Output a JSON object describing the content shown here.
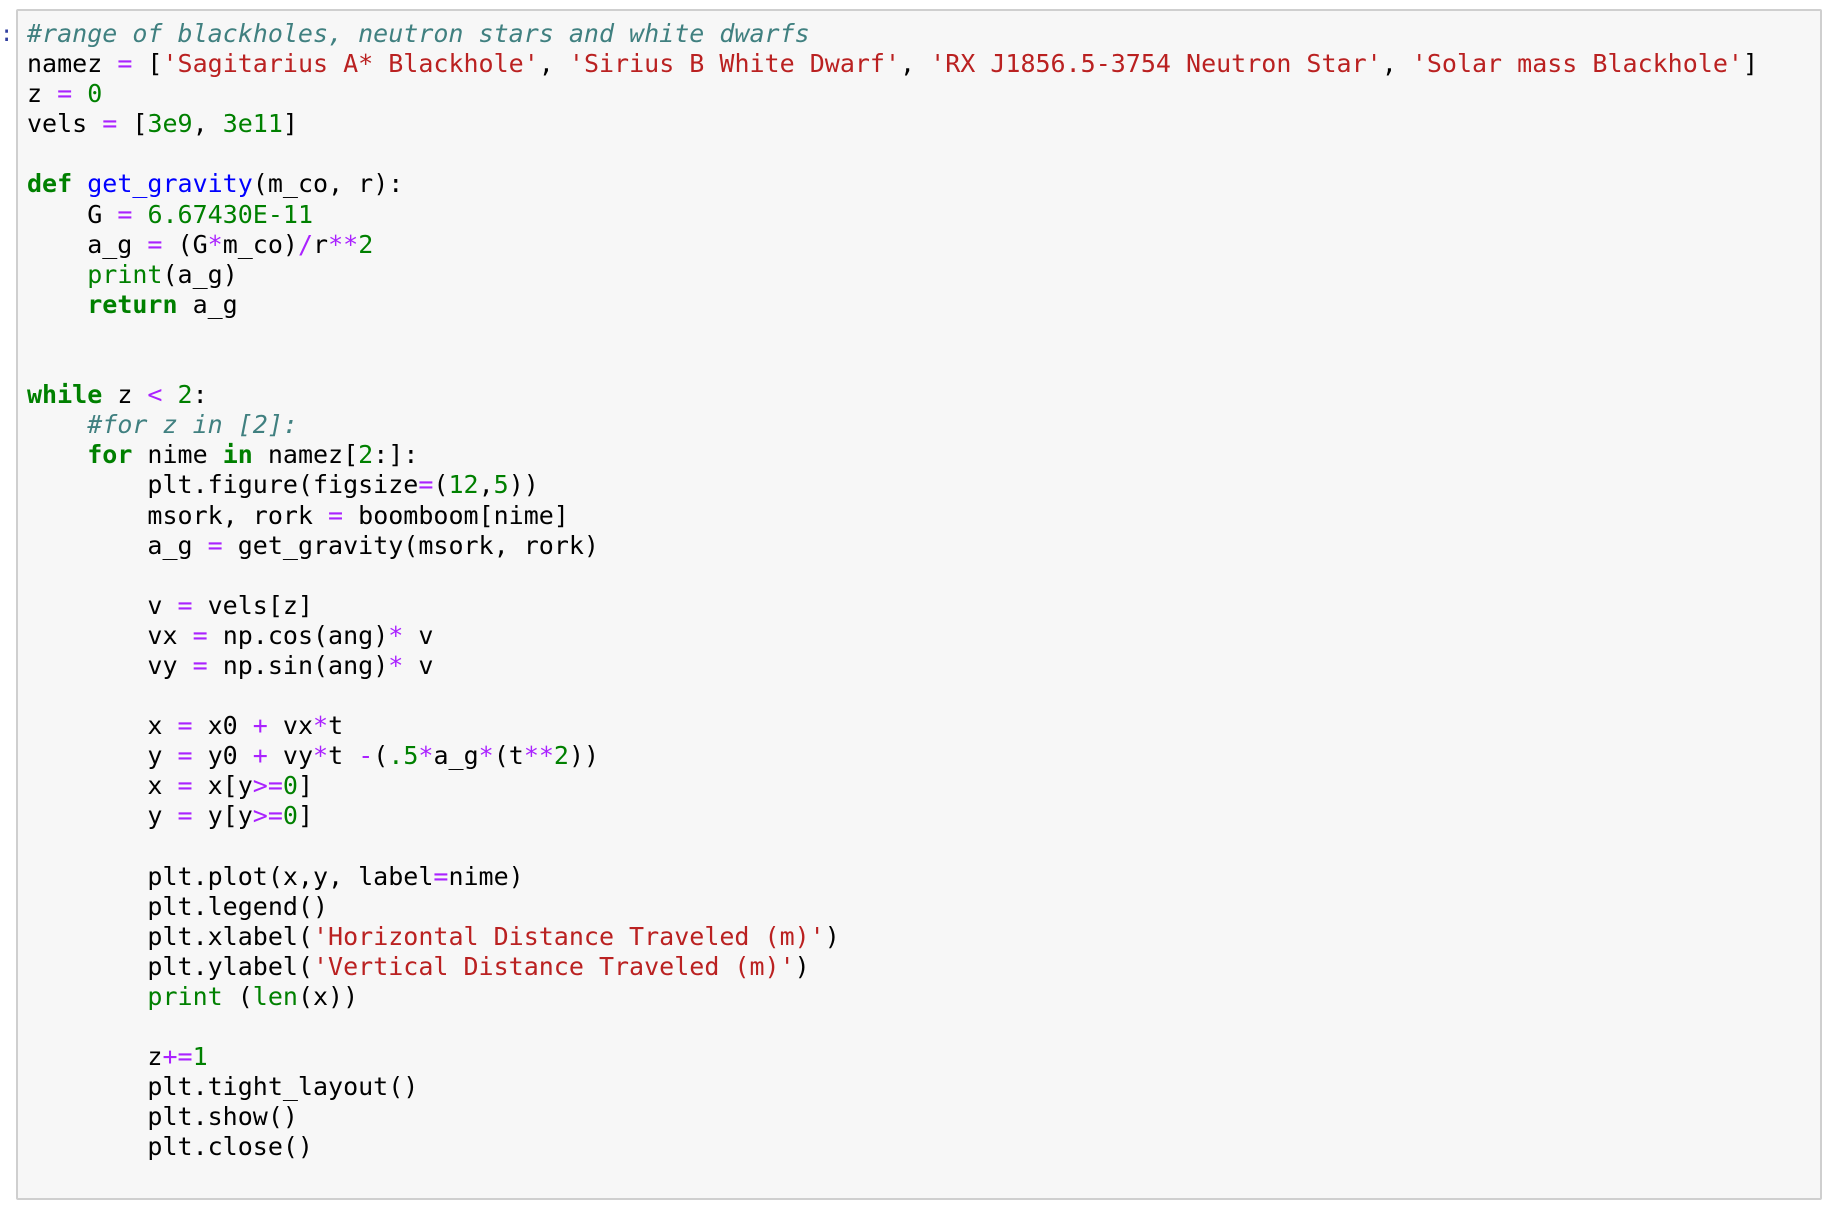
{
  "prompt": {
    "marker": ":"
  },
  "cell": {
    "lines": [
      [
        {
          "t": "comment",
          "v": "#range of blackholes, neutron stars and white dwarfs"
        }
      ],
      [
        {
          "t": "",
          "v": "namez "
        },
        {
          "t": "op",
          "v": "="
        },
        {
          "t": "",
          "v": " ["
        },
        {
          "t": "str",
          "v": "'Sagitarius A* Blackhole'"
        },
        {
          "t": "",
          "v": ", "
        },
        {
          "t": "str",
          "v": "'Sirius B White Dwarf'"
        },
        {
          "t": "",
          "v": ", "
        },
        {
          "t": "str",
          "v": "'RX J1856.5-3754 Neutron Star'"
        },
        {
          "t": "",
          "v": ", "
        },
        {
          "t": "str",
          "v": "'Solar mass Blackhole'"
        },
        {
          "t": "",
          "v": "]"
        }
      ],
      [
        {
          "t": "",
          "v": "z "
        },
        {
          "t": "op",
          "v": "="
        },
        {
          "t": "",
          "v": " "
        },
        {
          "t": "num",
          "v": "0"
        }
      ],
      [
        {
          "t": "",
          "v": "vels "
        },
        {
          "t": "op",
          "v": "="
        },
        {
          "t": "",
          "v": " ["
        },
        {
          "t": "num",
          "v": "3e9"
        },
        {
          "t": "",
          "v": ", "
        },
        {
          "t": "num",
          "v": "3e11"
        },
        {
          "t": "",
          "v": "]"
        }
      ],
      [],
      [
        {
          "t": "kw",
          "v": "def"
        },
        {
          "t": "",
          "v": " "
        },
        {
          "t": "fn",
          "v": "get_gravity"
        },
        {
          "t": "",
          "v": "(m_co, r):"
        }
      ],
      [
        {
          "t": "",
          "v": "    G "
        },
        {
          "t": "op",
          "v": "="
        },
        {
          "t": "",
          "v": " "
        },
        {
          "t": "num",
          "v": "6.67430E-11"
        }
      ],
      [
        {
          "t": "",
          "v": "    a_g "
        },
        {
          "t": "op",
          "v": "="
        },
        {
          "t": "",
          "v": " (G"
        },
        {
          "t": "op",
          "v": "*"
        },
        {
          "t": "",
          "v": "m_co)"
        },
        {
          "t": "op",
          "v": "/"
        },
        {
          "t": "",
          "v": "r"
        },
        {
          "t": "op",
          "v": "**"
        },
        {
          "t": "num",
          "v": "2"
        }
      ],
      [
        {
          "t": "",
          "v": "    "
        },
        {
          "t": "builtin",
          "v": "print"
        },
        {
          "t": "",
          "v": "(a_g)"
        }
      ],
      [
        {
          "t": "",
          "v": "    "
        },
        {
          "t": "kw",
          "v": "return"
        },
        {
          "t": "",
          "v": " a_g"
        }
      ],
      [],
      [],
      [
        {
          "t": "kw",
          "v": "while"
        },
        {
          "t": "",
          "v": " z "
        },
        {
          "t": "op",
          "v": "<"
        },
        {
          "t": "",
          "v": " "
        },
        {
          "t": "num",
          "v": "2"
        },
        {
          "t": "",
          "v": ":"
        }
      ],
      [
        {
          "t": "",
          "v": "    "
        },
        {
          "t": "comment",
          "v": "#for z in [2]:"
        }
      ],
      [
        {
          "t": "",
          "v": "    "
        },
        {
          "t": "kw",
          "v": "for"
        },
        {
          "t": "",
          "v": " nime "
        },
        {
          "t": "kw",
          "v": "in"
        },
        {
          "t": "",
          "v": " namez["
        },
        {
          "t": "num",
          "v": "2"
        },
        {
          "t": "",
          "v": ":]:"
        }
      ],
      [
        {
          "t": "",
          "v": "        plt.figure(figsize"
        },
        {
          "t": "op",
          "v": "="
        },
        {
          "t": "",
          "v": "("
        },
        {
          "t": "num",
          "v": "12"
        },
        {
          "t": "",
          "v": ","
        },
        {
          "t": "num",
          "v": "5"
        },
        {
          "t": "",
          "v": "))"
        }
      ],
      [
        {
          "t": "",
          "v": "        msork, rork "
        },
        {
          "t": "op",
          "v": "="
        },
        {
          "t": "",
          "v": " boomboom[nime]"
        }
      ],
      [
        {
          "t": "",
          "v": "        a_g "
        },
        {
          "t": "op",
          "v": "="
        },
        {
          "t": "",
          "v": " get_gravity(msork, rork)"
        }
      ],
      [],
      [
        {
          "t": "",
          "v": "        v "
        },
        {
          "t": "op",
          "v": "="
        },
        {
          "t": "",
          "v": " vels[z]"
        }
      ],
      [
        {
          "t": "",
          "v": "        vx "
        },
        {
          "t": "op",
          "v": "="
        },
        {
          "t": "",
          "v": " np.cos(ang)"
        },
        {
          "t": "op",
          "v": "*"
        },
        {
          "t": "",
          "v": " v"
        }
      ],
      [
        {
          "t": "",
          "v": "        vy "
        },
        {
          "t": "op",
          "v": "="
        },
        {
          "t": "",
          "v": " np.sin(ang)"
        },
        {
          "t": "op",
          "v": "*"
        },
        {
          "t": "",
          "v": " v"
        }
      ],
      [],
      [
        {
          "t": "",
          "v": "        x "
        },
        {
          "t": "op",
          "v": "="
        },
        {
          "t": "",
          "v": " x0 "
        },
        {
          "t": "op",
          "v": "+"
        },
        {
          "t": "",
          "v": " vx"
        },
        {
          "t": "op",
          "v": "*"
        },
        {
          "t": "",
          "v": "t"
        }
      ],
      [
        {
          "t": "",
          "v": "        y "
        },
        {
          "t": "op",
          "v": "="
        },
        {
          "t": "",
          "v": " y0 "
        },
        {
          "t": "op",
          "v": "+"
        },
        {
          "t": "",
          "v": " vy"
        },
        {
          "t": "op",
          "v": "*"
        },
        {
          "t": "",
          "v": "t "
        },
        {
          "t": "op",
          "v": "-"
        },
        {
          "t": "",
          "v": "("
        },
        {
          "t": "num",
          "v": ".5"
        },
        {
          "t": "op",
          "v": "*"
        },
        {
          "t": "",
          "v": "a_g"
        },
        {
          "t": "op",
          "v": "*"
        },
        {
          "t": "",
          "v": "(t"
        },
        {
          "t": "op",
          "v": "**"
        },
        {
          "t": "num",
          "v": "2"
        },
        {
          "t": "",
          "v": "))"
        }
      ],
      [
        {
          "t": "",
          "v": "        x "
        },
        {
          "t": "op",
          "v": "="
        },
        {
          "t": "",
          "v": " x[y"
        },
        {
          "t": "op",
          "v": ">="
        },
        {
          "t": "num",
          "v": "0"
        },
        {
          "t": "",
          "v": "]"
        }
      ],
      [
        {
          "t": "",
          "v": "        y "
        },
        {
          "t": "op",
          "v": "="
        },
        {
          "t": "",
          "v": " y[y"
        },
        {
          "t": "op",
          "v": ">="
        },
        {
          "t": "num",
          "v": "0"
        },
        {
          "t": "",
          "v": "]"
        }
      ],
      [],
      [
        {
          "t": "",
          "v": "        plt.plot(x,y, label"
        },
        {
          "t": "op",
          "v": "="
        },
        {
          "t": "",
          "v": "nime)"
        }
      ],
      [
        {
          "t": "",
          "v": "        plt.legend()"
        }
      ],
      [
        {
          "t": "",
          "v": "        plt.xlabel("
        },
        {
          "t": "str",
          "v": "'Horizontal Distance Traveled (m)'"
        },
        {
          "t": "",
          "v": ")"
        }
      ],
      [
        {
          "t": "",
          "v": "        plt.ylabel("
        },
        {
          "t": "str",
          "v": "'Vertical Distance Traveled (m)'"
        },
        {
          "t": "",
          "v": ")"
        }
      ],
      [
        {
          "t": "",
          "v": "        "
        },
        {
          "t": "builtin",
          "v": "print"
        },
        {
          "t": "",
          "v": " ("
        },
        {
          "t": "builtin",
          "v": "len"
        },
        {
          "t": "",
          "v": "(x))"
        }
      ],
      [],
      [
        {
          "t": "",
          "v": "        z"
        },
        {
          "t": "op",
          "v": "+="
        },
        {
          "t": "num",
          "v": "1"
        }
      ],
      [
        {
          "t": "",
          "v": "        plt.tight_layout()"
        }
      ],
      [
        {
          "t": "",
          "v": "        plt.show()"
        }
      ],
      [
        {
          "t": "",
          "v": "        plt.close()"
        }
      ]
    ]
  }
}
